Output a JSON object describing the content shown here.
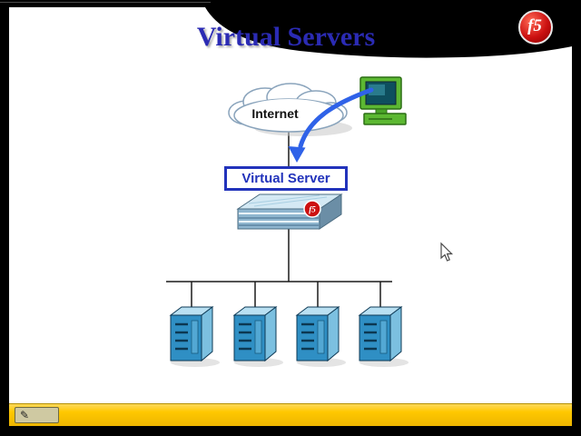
{
  "slide": {
    "title": "Virtual Servers"
  },
  "logo": {
    "text": "f5"
  },
  "diagram": {
    "internet_label": "Internet",
    "virtual_server_label": "Virtual Server",
    "server_count": 4
  },
  "icons": {
    "pen_glyph": "✎"
  },
  "colors": {
    "title": "#2b2bb4",
    "accent_yellow": "#ffc800",
    "f5_red": "#cc1111",
    "box_border": "#2233bb",
    "arrow_blue": "#2f62e8",
    "server_front": "#2f8fc4",
    "server_top": "#b9e0f2",
    "server_side": "#7cc0e0"
  }
}
